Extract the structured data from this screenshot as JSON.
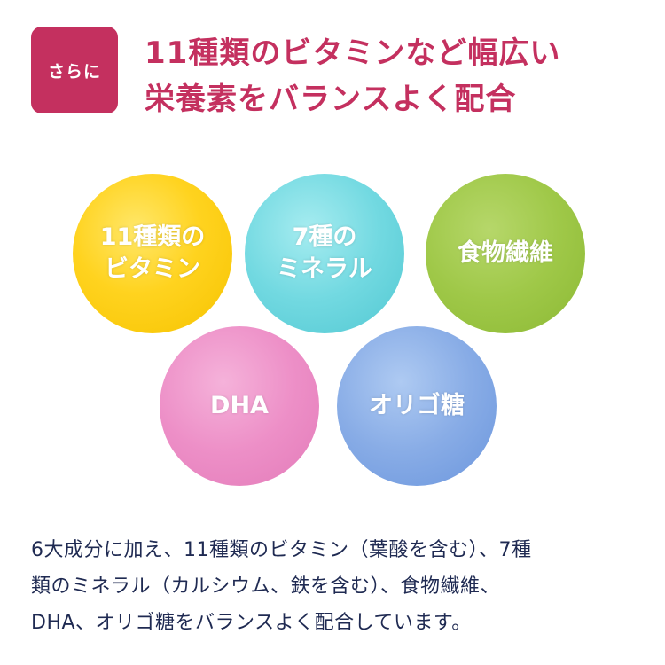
{
  "badge": {
    "label": "さらに"
  },
  "headline": {
    "line1": "11種類のビタミンなど幅広い",
    "line2": "栄養素をバランスよく配合"
  },
  "circles": {
    "vitamin": {
      "line1": "11種類の",
      "line2": "ビタミン"
    },
    "mineral": {
      "line1": "7種の",
      "line2": "ミネラル"
    },
    "fiber": {
      "label": "食物繊維"
    },
    "dha": {
      "label": "DHA"
    },
    "oligo": {
      "label": "オリゴ糖"
    }
  },
  "description": {
    "line1": "6大成分に加え、11種類のビタミン（葉酸を含む）、7種",
    "line2": "類のミネラル（カルシウム、鉄を含む）、食物繊維、",
    "line3": "DHA、オリゴ糖をバランスよく配合しています。"
  },
  "colors": {
    "accent": "#c4305f",
    "text": "#1f2a52",
    "vitamin": "#ffd31f",
    "mineral": "#72d9e1",
    "fiber": "#9fc848",
    "dha": "#ed8fc7",
    "oligo": "#88ace6"
  }
}
